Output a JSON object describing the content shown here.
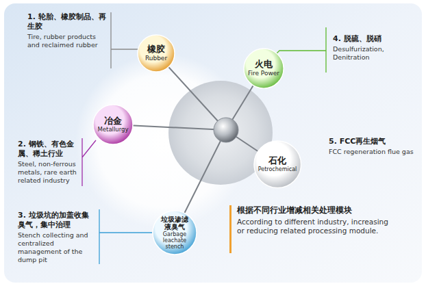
{
  "diagram": {
    "nodes": [
      {
        "text": [
          "橡胶",
          "Rubber"
        ]
      },
      {
        "text": [
          "火电",
          "Fire Power"
        ]
      },
      {
        "text": [
          "冶金",
          "Metallurgy"
        ]
      },
      {
        "text": [
          "石化",
          "Petrochemical"
        ]
      },
      {
        "text": [
          "垃圾渗滤液臭气",
          "Garbage leachate stench"
        ]
      }
    ],
    "labels": [
      "1. 轮胎、橡胶制品、再生胶",
      "Tire, rubber products and reclaimed rubber",
      "2. 钢铁、有色金属、稀土行业",
      "Steel, non-ferrous metals, rare earth related industry",
      "3. 垃圾坑的加盖收集臭气，集中治理",
      "Stench collecting and centralized management of the dump pit",
      "4. 脱硫、脱硝",
      "Desulfurization, Denitration",
      "5. FCC再生烟气",
      "FCC regeneration flue gas",
      "根据不同行业增减相关处理模块",
      "According to different industry, increasing or reducing related processing module."
    ]
  }
}
